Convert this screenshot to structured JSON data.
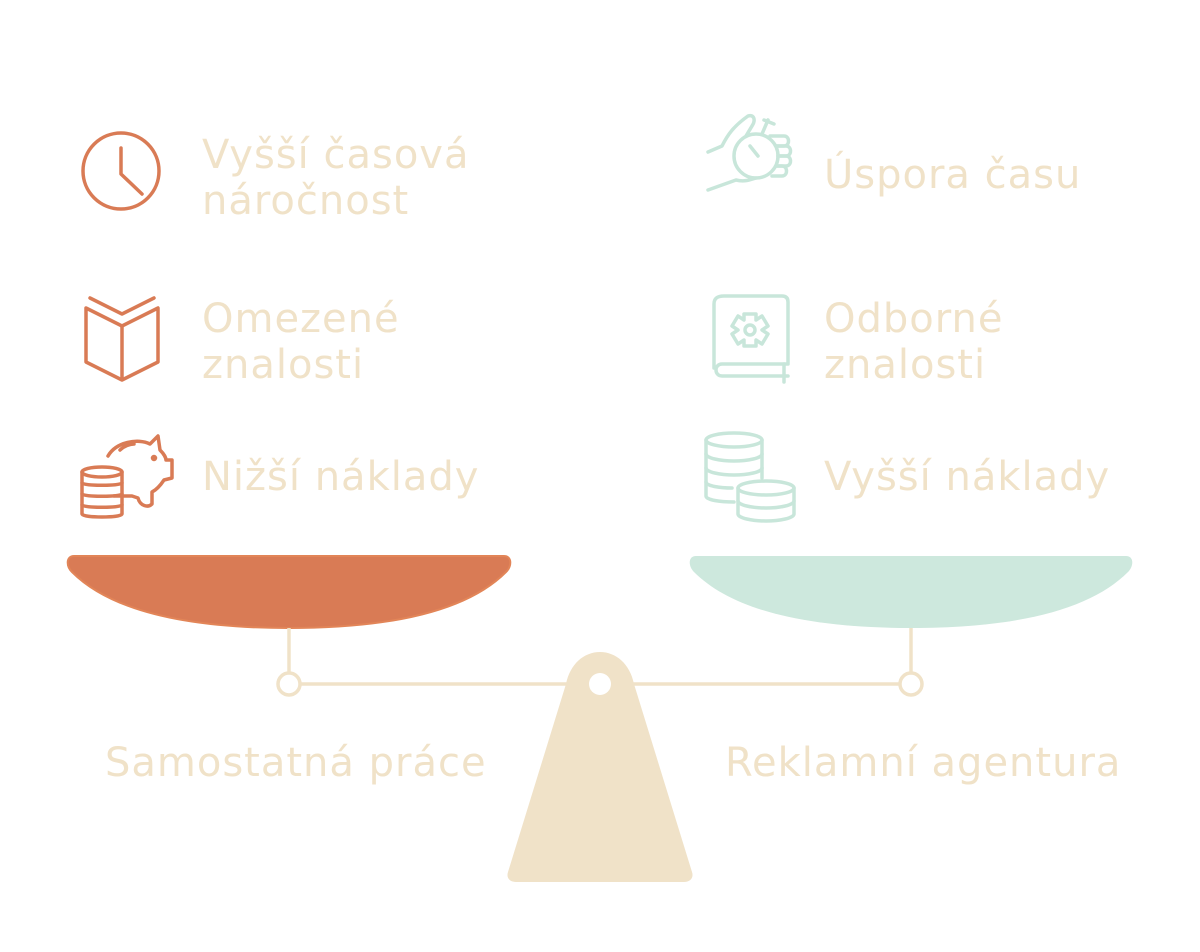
{
  "colors": {
    "left_accent": "#D97B55",
    "right_accent": "#CDE8DD",
    "right_icon": "#C8E6DA",
    "label_text": "#F0E2C8",
    "stand": "#F0E2C8"
  },
  "left": {
    "title": "Samostatná práce",
    "items": [
      {
        "icon": "clock-icon",
        "line1": "Vyšší časová",
        "line2": "náročnost"
      },
      {
        "icon": "open-book-icon",
        "line1": "Omezené",
        "line2": "znalosti"
      },
      {
        "icon": "piggy-bank-coins-icon",
        "line1": "Nižší náklady",
        "line2": ""
      }
    ]
  },
  "right": {
    "title": "Reklamní agentura",
    "items": [
      {
        "icon": "hand-stopwatch-icon",
        "line1": "Úspora času",
        "line2": ""
      },
      {
        "icon": "gear-book-icon",
        "line1": "Odborné",
        "line2": "znalosti"
      },
      {
        "icon": "coin-stacks-icon",
        "line1": "Vyšší náklady",
        "line2": ""
      }
    ]
  }
}
